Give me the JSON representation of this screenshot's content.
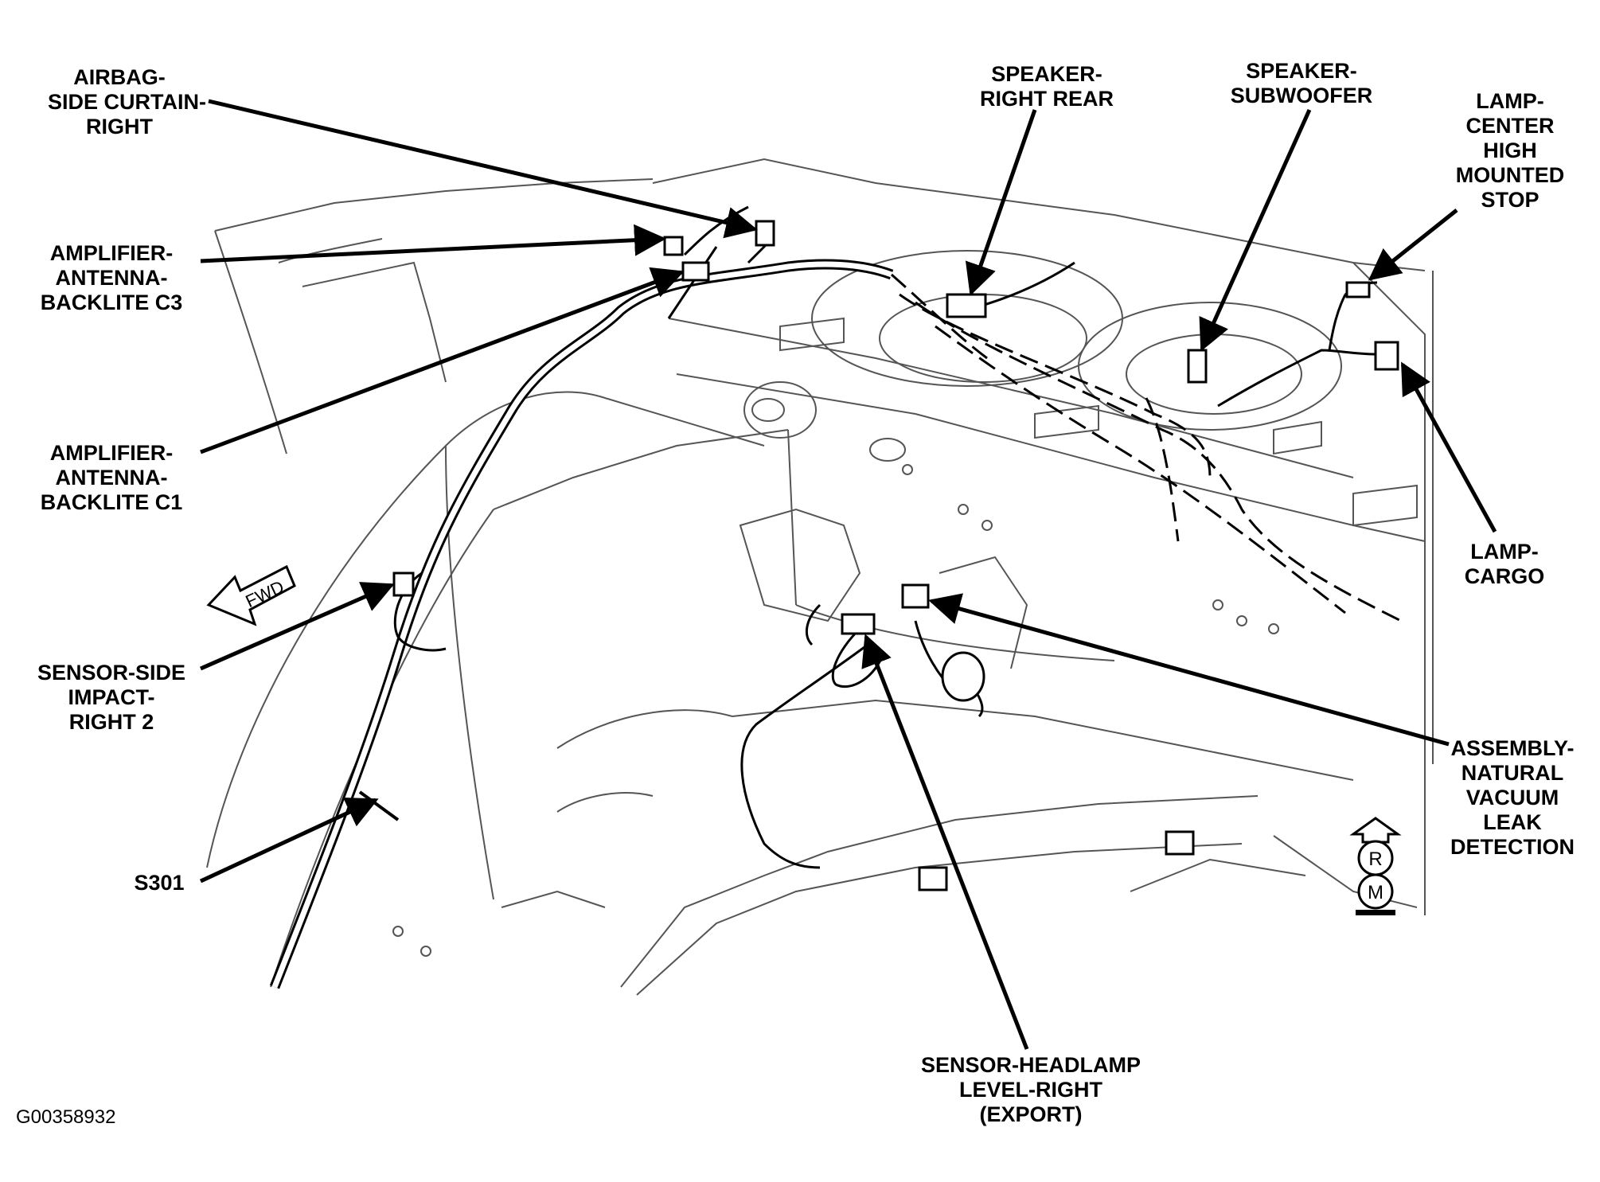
{
  "figure_id": "G00358932",
  "labels": {
    "airbag_curtain": [
      "AIRBAG-",
      "SIDE CURTAIN-",
      "RIGHT"
    ],
    "amp_c3": [
      "AMPLIFIER-",
      "ANTENNA-",
      "BACKLITE C3"
    ],
    "amp_c1": [
      "AMPLIFIER-",
      "ANTENNA-",
      "BACKLITE C1"
    ],
    "sensor_side_impact": [
      "SENSOR-SIDE",
      "IMPACT-",
      "RIGHT 2"
    ],
    "s301": [
      "S301"
    ],
    "speaker_right_rear": [
      "SPEAKER-",
      "RIGHT REAR"
    ],
    "speaker_subwoofer": [
      "SPEAKER-",
      "SUBWOOFER"
    ],
    "lamp_chmsl": [
      "LAMP-",
      "CENTER",
      "HIGH",
      "MOUNTED",
      "STOP"
    ],
    "lamp_cargo": [
      "LAMP-",
      "CARGO"
    ],
    "assembly_nvld": [
      "ASSEMBLY-",
      "NATURAL",
      "VACUUM",
      "LEAK",
      "DETECTION"
    ],
    "sensor_headlamp": [
      "SENSOR-HEADLAMP",
      "LEVEL-RIGHT",
      "(EXPORT)"
    ]
  },
  "fwd_label": "FWD",
  "view_markers": [
    "R",
    "M"
  ],
  "colors": {
    "ink": "#000000",
    "line_art": "#555555",
    "background": "#ffffff"
  }
}
